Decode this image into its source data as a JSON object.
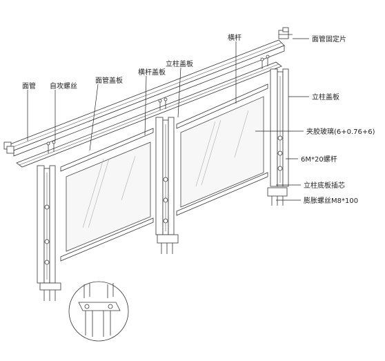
{
  "labels": {
    "handrail_fixing_plate": "面管固定片",
    "rail_bar": "横杆",
    "post_cover_top": "立柱盖板",
    "rail_cover": "横杆盖板",
    "handrail_cover": "面管盖板",
    "self_tapping_screw": "自攻螺丝",
    "handrail": "面管",
    "post_cover_right": "立柱盖板",
    "laminated_glass": "夹胶玻璃(6+0.76+6)",
    "bolt": "6M*20螺杆",
    "post_base_insert": "立柱底板插芯",
    "expansion_bolt": "膨胀螺丝M8*100"
  }
}
